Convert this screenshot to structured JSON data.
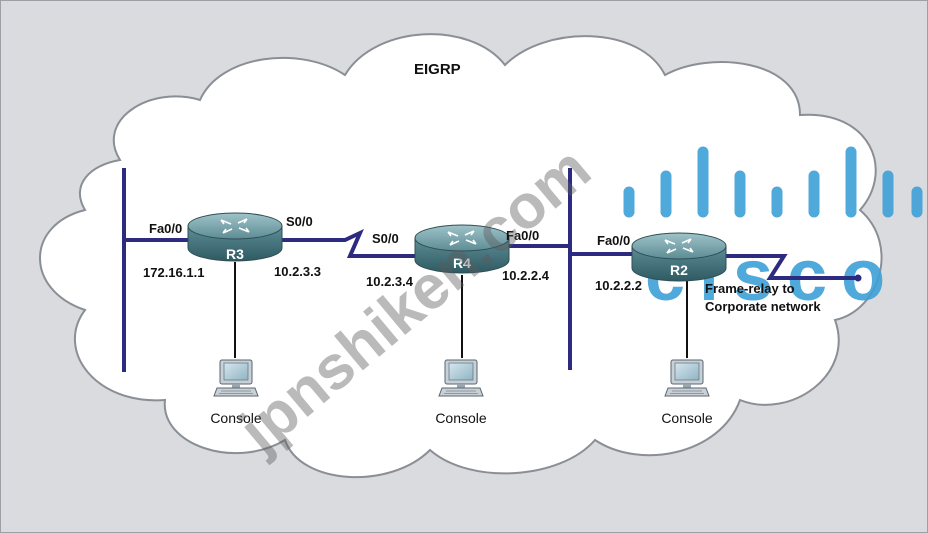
{
  "diagram": {
    "cloud_label": "EIGRP",
    "routers": [
      {
        "id": "R3",
        "name": "R3"
      },
      {
        "id": "R4",
        "name": "R4"
      },
      {
        "id": "R2",
        "name": "R2"
      }
    ],
    "interfaces": {
      "r3_fa": "Fa0/0",
      "r3_s": "S0/0",
      "r4_s": "S0/0",
      "r4_fa": "Fa0/0",
      "r2_fa": "Fa0/0"
    },
    "addresses": {
      "r3_fa": "172.16.1.1",
      "r3_s": "10.2.3.3",
      "r4_s": "10.2.3.4",
      "r4_fa": "10.2.2.4",
      "r2_fa": "10.2.2.2"
    },
    "frame_relay_line1": "Frame-relay to",
    "frame_relay_line2": "Corporate network",
    "console_labels": [
      "Console",
      "Console",
      "Console"
    ]
  },
  "watermarks": {
    "site": "jpnshiken.com",
    "brand": "cisco"
  },
  "colors": {
    "background": "#d9dbde",
    "cloud_fill": "#ffffff",
    "cloud_stroke": "#8a8f96",
    "link": "#2c2b80",
    "router_body": "#4e7d86",
    "brand_blue": "#3ea0d8"
  }
}
